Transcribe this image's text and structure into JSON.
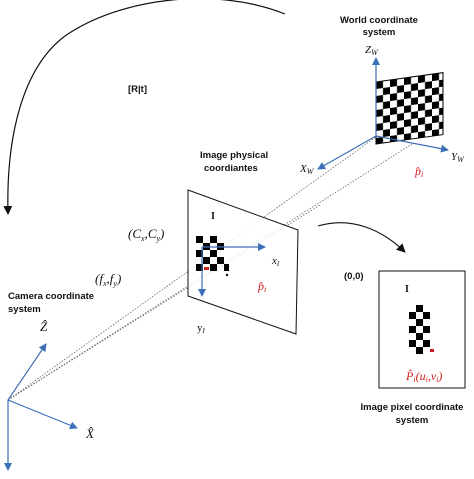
{
  "diagram": {
    "rotation_label": "[R|t]",
    "world": {
      "title_line1": "World coordinate",
      "title_line2": "system",
      "axis_z": "Z",
      "axis_z_sub": "W",
      "axis_x": "X",
      "axis_x_sub": "W",
      "axis_y": "Y",
      "axis_y_sub": "W",
      "point_label": "p̂",
      "point_sub": "i"
    },
    "image_physical": {
      "title_line1": "Image physical",
      "title_line2": "coordiantes",
      "plane_label": "I",
      "axis_x": "x",
      "axis_x_sub": "I",
      "axis_y": "y",
      "axis_y_sub": "I",
      "point_label": "p̂",
      "point_sub": "i",
      "principal_point": "(C",
      "principal_cx_sub": "x",
      "principal_sep": ",C",
      "principal_cy_sub": "y",
      "principal_close": ")",
      "focal": "(f",
      "focal_x_sub": "x",
      "focal_sep": ",f",
      "focal_y_sub": "y",
      "focal_close": ")"
    },
    "camera": {
      "title_line1": "Camera coordinate",
      "title_line2": "system",
      "axis_z": "Ẑ",
      "axis_x": "X̂"
    },
    "pixel": {
      "origin_label": "(0,0)",
      "plane_label": "I",
      "point_label": "P̂",
      "point_sub": "i",
      "point_args": "(u",
      "point_u_sub": "i",
      "point_sep": ",v",
      "point_v_sub": "i",
      "point_close": ")",
      "title_line1": "Image pixel coordinate",
      "title_line2": "system"
    },
    "colors": {
      "axis_blue": "#3d6fb8",
      "point_red": "#d11c1c",
      "ink": "#111111"
    }
  }
}
